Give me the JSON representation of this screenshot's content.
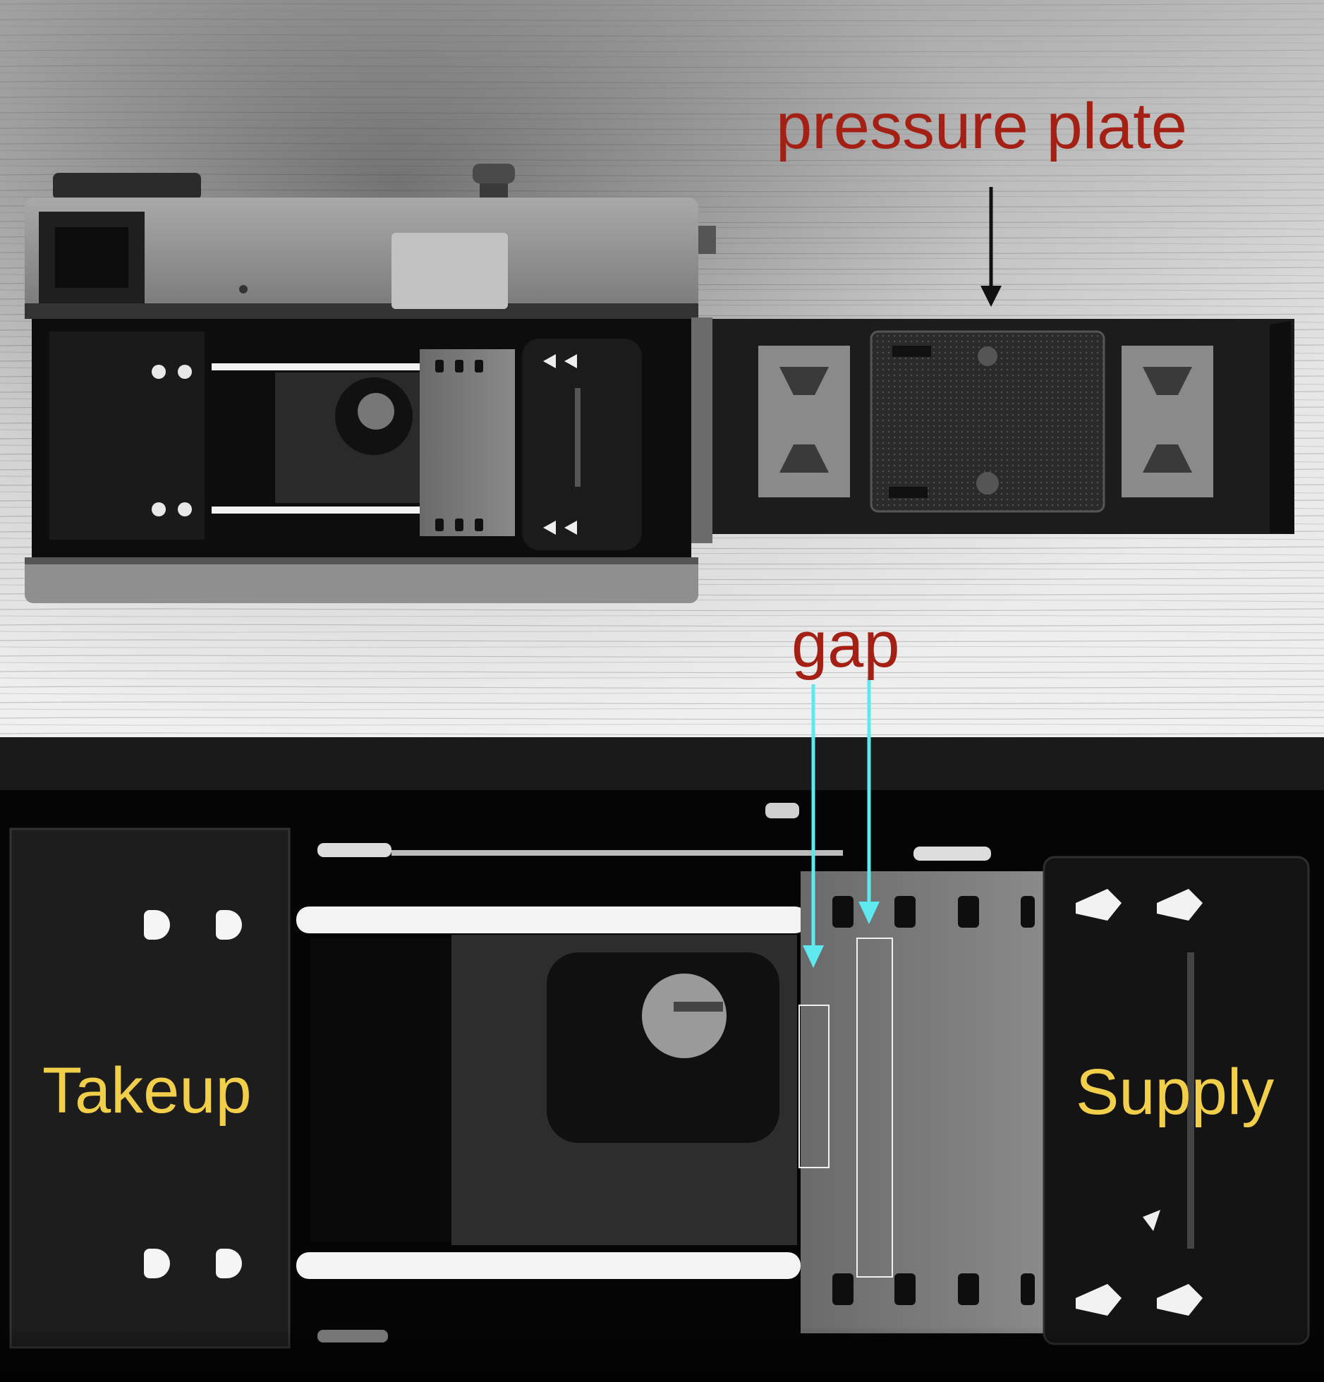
{
  "labels": {
    "pressure_plate": "pressure plate",
    "gap": "gap",
    "takeup": "Takeup",
    "supply": "Supply"
  },
  "colors": {
    "label_red": "#a52014",
    "label_yellow": "#f2cf4a",
    "arrow_cyan": "#5ee8f0",
    "arrow_black": "#111111"
  }
}
